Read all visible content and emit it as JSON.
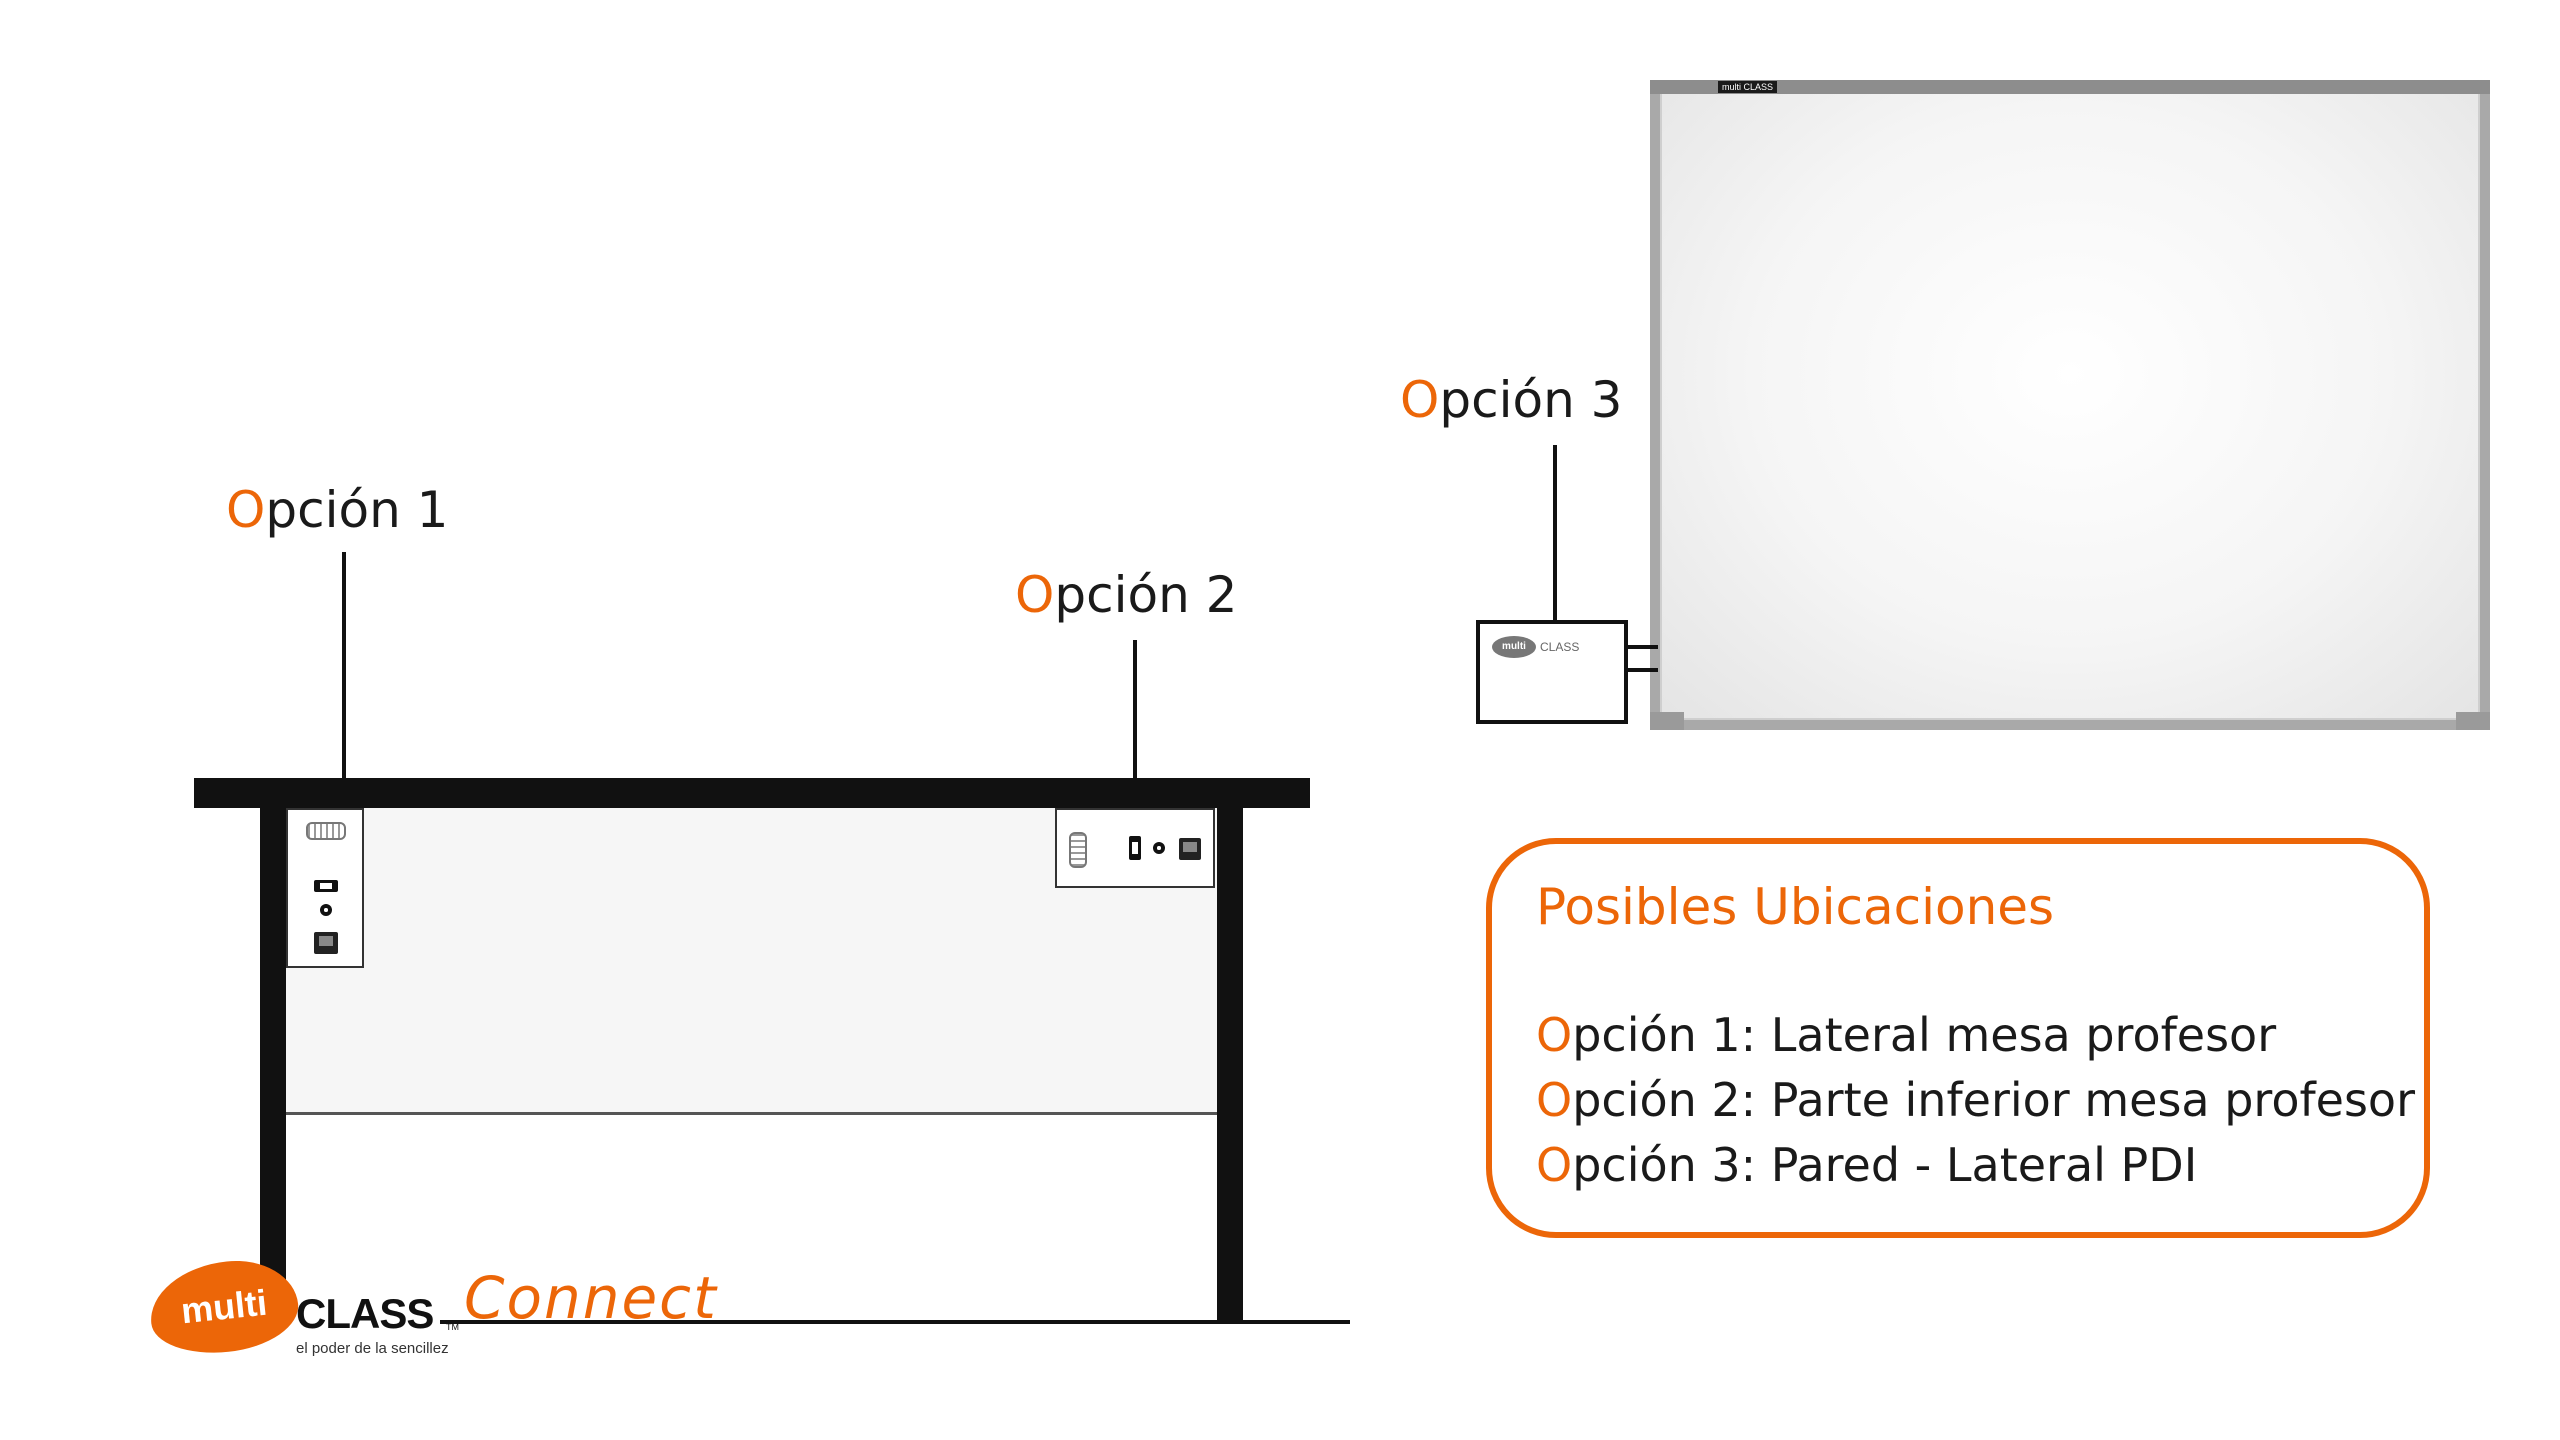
{
  "callouts": {
    "opcion1": {
      "initial": "O",
      "rest": "pción 1"
    },
    "opcion2": {
      "initial": "O",
      "rest": "pción 2"
    },
    "opcion3": {
      "initial": "O",
      "rest": "pción 3"
    }
  },
  "whiteboard": {
    "brand_text": "multi CLASS"
  },
  "wall_box": {
    "logo_blob": "multi",
    "logo_text": "CLASS"
  },
  "legend": {
    "title": "Posibles Ubicaciones",
    "items": [
      {
        "initial": "O",
        "rest": "pción 1: Lateral mesa profesor"
      },
      {
        "initial": "O",
        "rest": "pción 2: Parte inferior mesa profesor"
      },
      {
        "initial": "O",
        "rest": "pción 3: Pared - Lateral PDI"
      }
    ]
  },
  "logo": {
    "multi": "multi",
    "class": "CLASS",
    "tm": "TM",
    "connect": "Connect",
    "tagline": "el poder de la sencillez"
  },
  "colors": {
    "accent": "#ec6608",
    "line": "#111111"
  }
}
